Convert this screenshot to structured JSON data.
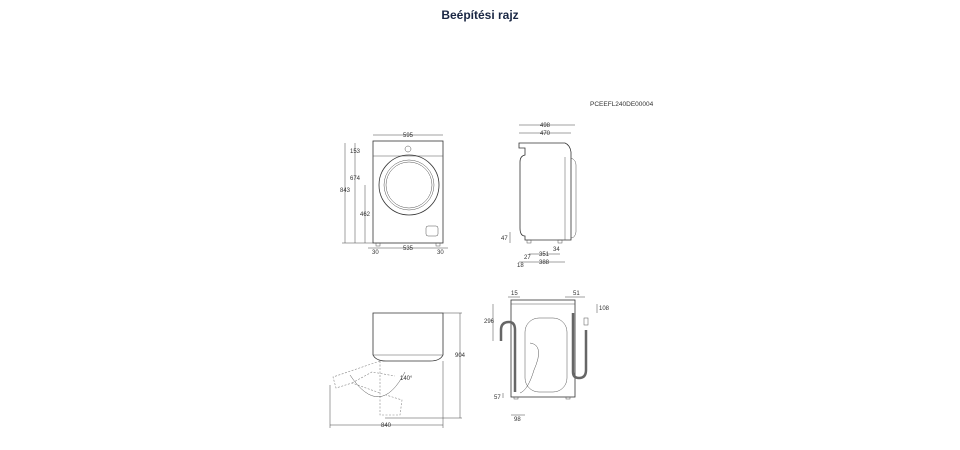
{
  "title": "Beépítési rajz",
  "drawing_code": "PCEEFL240DE00004",
  "front_view": {
    "width": "595",
    "height_total": "843",
    "top_panel": "153",
    "door_span": "674",
    "door_center": "462",
    "foot_left": "30",
    "foot_span": "535",
    "foot_right": "30"
  },
  "side_view": {
    "depth_total": "498",
    "depth_body": "470",
    "foot_height": "47",
    "rear_offset": "27",
    "foot_span": "351",
    "front_offset": "34",
    "rear_edge": "18",
    "depth_feet": "388"
  },
  "top_view": {
    "door_open_depth": "904",
    "total_width": "840",
    "door_angle": "140°"
  },
  "rear_view": {
    "left_hose": "15",
    "right_hose": "51",
    "top_plug": "108",
    "hose_height": "296",
    "bottom_offset": "57",
    "bottom_width": "98"
  }
}
